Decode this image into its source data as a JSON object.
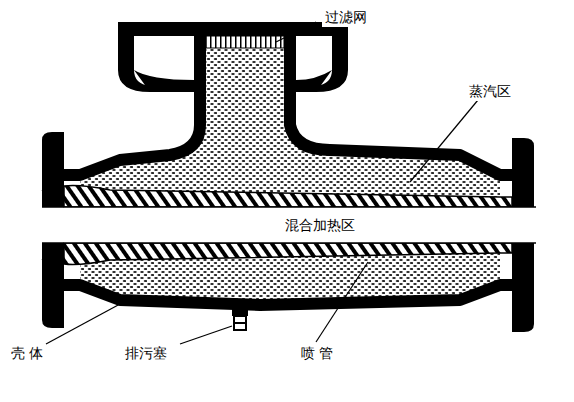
{
  "diagram": {
    "labels": [
      "过滤网",
      "蒸汽区",
      "混合加热区",
      "壳 体",
      "排污塞",
      "喷 管"
    ]
  }
}
